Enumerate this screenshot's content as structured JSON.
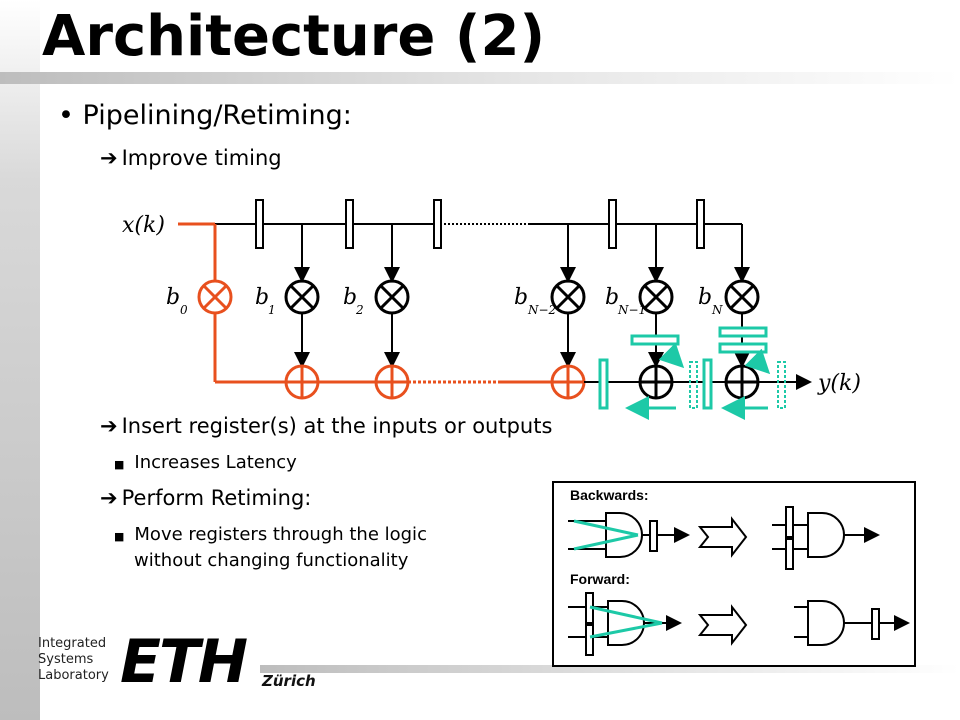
{
  "slide": {
    "title": "Architecture (2)",
    "bullet": "Pipelining/Retiming:",
    "arrow_items": [
      "Improve timing",
      "Insert register(s) at the inputs or outputs",
      "Perform Retiming:"
    ],
    "sub_items": [
      "Increases Latency",
      "Move registers through the logic",
      "without changing functionality"
    ]
  },
  "diagram": {
    "input_label": "x(k)",
    "output_label": "y(k)",
    "coefficients": [
      {
        "base": "b",
        "sub": "0"
      },
      {
        "base": "b",
        "sub": "1"
      },
      {
        "base": "b",
        "sub": "2"
      },
      {
        "base": "b",
        "sub": "N−2"
      },
      {
        "base": "b",
        "sub": "N−1"
      },
      {
        "base": "b",
        "sub": "N"
      }
    ]
  },
  "retiming_box": {
    "backwards_label": "Backwards:",
    "forward_label": "Forward:"
  },
  "footer": {
    "lab_lines": [
      "Integrated",
      "Systems",
      "Laboratory"
    ],
    "logo_text": "ETH",
    "city": "Zürich"
  },
  "colors": {
    "highlight": "#e8501e",
    "retime": "#1dc9a7",
    "text": "#000000"
  }
}
